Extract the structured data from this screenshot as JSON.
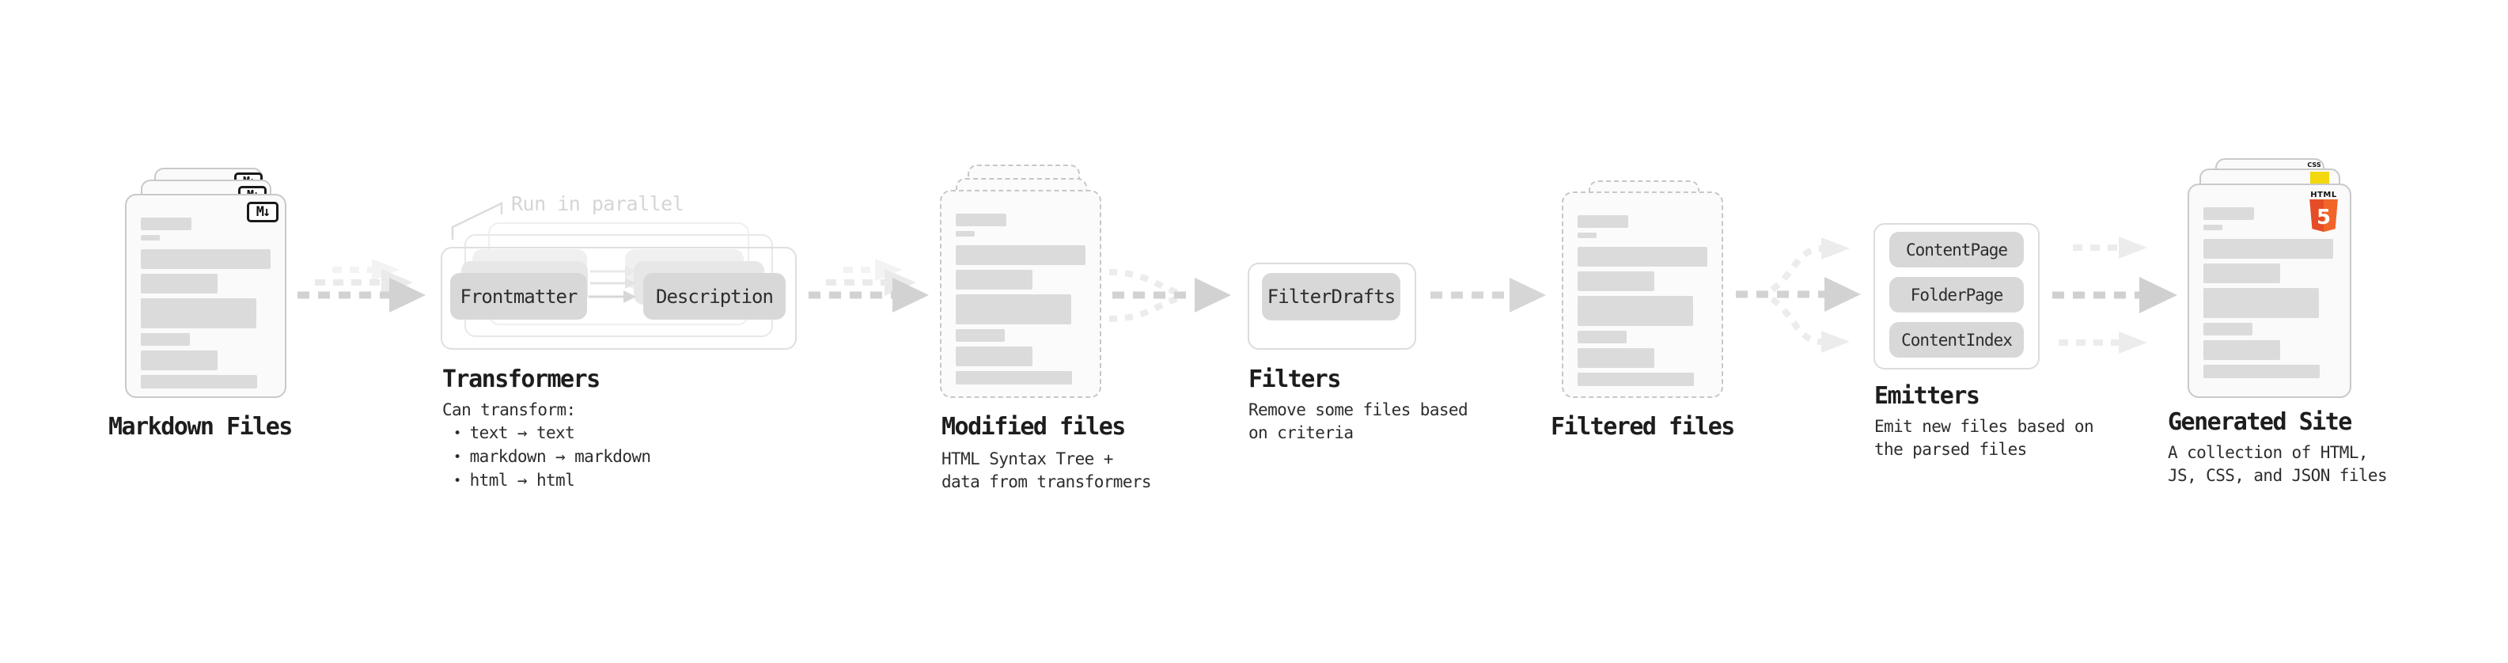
{
  "stages": {
    "markdown_files": {
      "title": "Markdown Files",
      "file_icon": "M↓"
    },
    "transformers": {
      "title": "Transformers",
      "annotation": "Run in parallel",
      "node_left": "Frontmatter",
      "node_right": "Description",
      "desc_intro": "Can transform:",
      "bullet_char": "•",
      "bullets": [
        "text → text",
        "markdown → markdown",
        "html → html"
      ]
    },
    "modified_files": {
      "title": "Modified files",
      "desc_lines": [
        "HTML Syntax Tree +",
        "data from transformers"
      ]
    },
    "filters": {
      "title": "Filters",
      "node": "FilterDrafts",
      "desc_lines": [
        "Remove some files based",
        "on criteria"
      ]
    },
    "filtered_files": {
      "title": "Filtered files"
    },
    "emitters": {
      "title": "Emitters",
      "nodes": [
        "ContentPage",
        "FolderPage",
        "ContentIndex"
      ],
      "desc_lines": [
        "Emit new files based on",
        "the parsed files"
      ]
    },
    "generated_site": {
      "title": "Generated Site",
      "desc_lines": [
        "A collection of HTML,",
        "JS, CSS, and JSON files"
      ],
      "html5_label": "HTML",
      "html5_badge": "5",
      "css_label": "CSS"
    }
  },
  "colors": {
    "arrow_main": "#d2d2d2",
    "arrow_ghost": "#ececec",
    "pill_fill": "#d8d8d8",
    "skeleton_bar": "#dbdbdb",
    "annotation_gray": "#d5d5d5",
    "html5_orange": "#e44d26",
    "html5_orange_light": "#f16529",
    "js_yellow": "#f2d80c",
    "css_blue": "#2d63e8"
  }
}
